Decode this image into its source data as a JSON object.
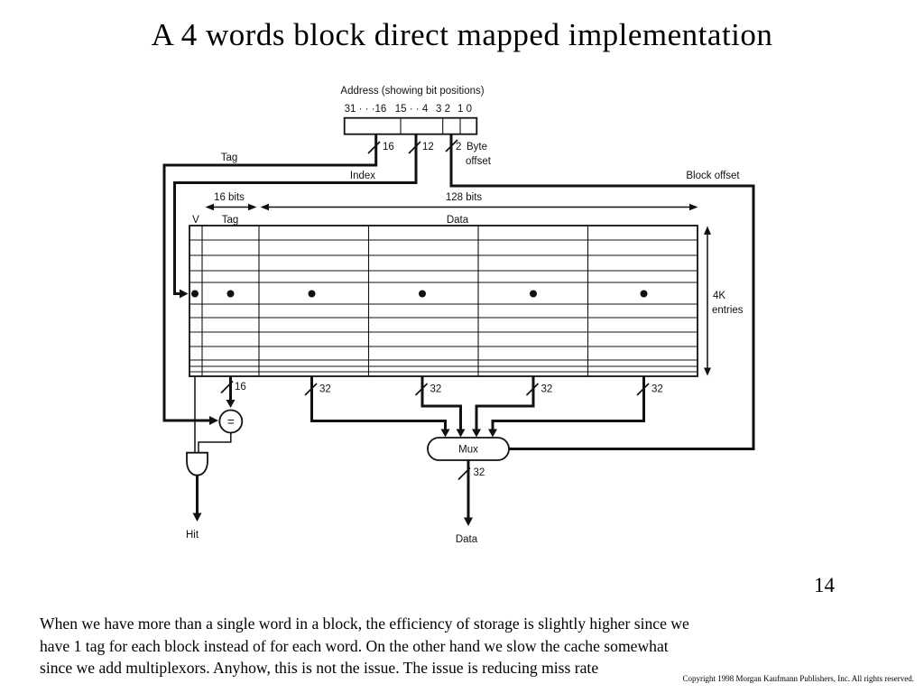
{
  "slide": {
    "title": "A 4 words block direct mapped implementation",
    "page_number": "14",
    "notes_lines": [
      "When we have more than a single word in a block, the efficiency of storage is slightly higher since we",
      "have 1 tag for each block instead of for each word. On the other hand we slow the cache somewhat",
      "since we add multiplexors. Anyhow, this is not the issue. The issue is reducing miss rate"
    ],
    "copyright": "Copyright 1998 Morgan Kaufmann Publishers, Inc. All rights reserved."
  },
  "diagram": {
    "address": {
      "label": "Address (showing bit positions)",
      "bit_ranges": [
        "31 · · ·16",
        "15 · · 4",
        "3 2",
        "1 0"
      ],
      "tag_width": "16",
      "index_width": "12",
      "offset_width": "2",
      "byte_offset_line1": "Byte",
      "byte_offset_line2": "offset"
    },
    "signals": {
      "tag": "Tag",
      "index": "Index",
      "block_offset": "Block offset",
      "hit": "Hit",
      "data_out": "Data"
    },
    "cache": {
      "valid_col": "V",
      "tag_col": "Tag",
      "data_col": "Data",
      "tag_width_label": "16 bits",
      "data_width_label": "128 bits",
      "entries_line1": "4K",
      "entries_line2": "entries",
      "tag_out_width": "16",
      "word_width": "32",
      "mux_out_width": "32",
      "highlight_row_color": "#c9c9c9"
    },
    "comparator_label": "=",
    "mux_label": "Mux"
  }
}
